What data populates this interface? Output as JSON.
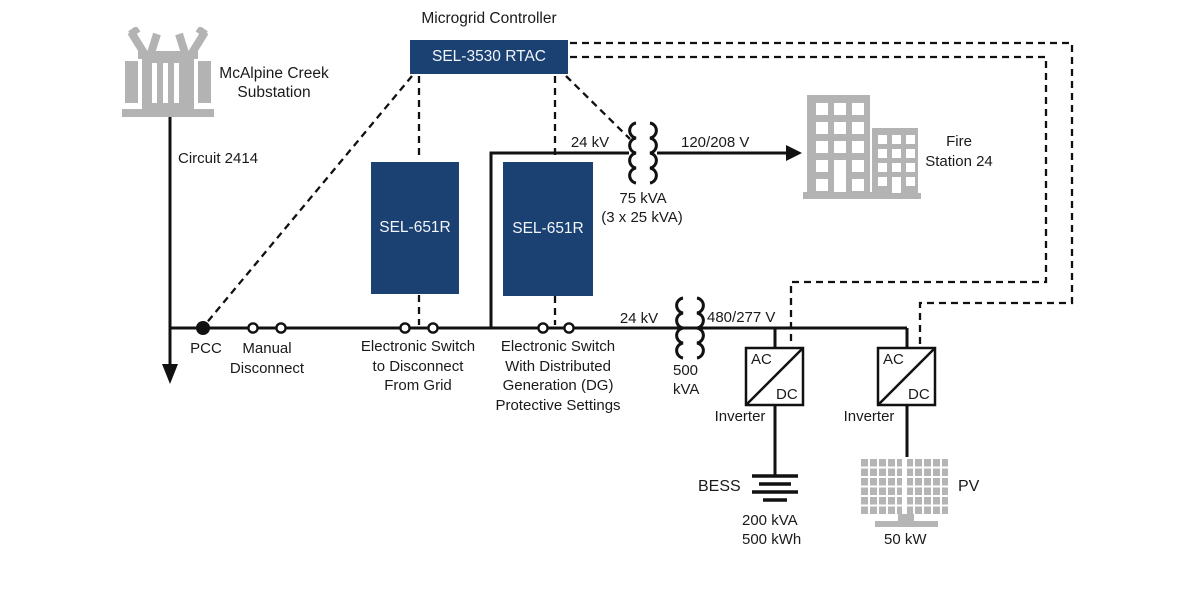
{
  "controller": {
    "title": "Microgrid Controller",
    "device": "SEL-3530 RTAC"
  },
  "substation": {
    "name1": "McAlpine Creek",
    "name2": "Substation",
    "circuit": "Circuit 2414"
  },
  "relays": {
    "left": "SEL-651R",
    "right": "SEL-651R"
  },
  "service_xfmr": {
    "primary": "24 kV",
    "secondary": "120/208 V",
    "rating1": "75 kVA",
    "rating2": "(3 x 25 kVA)"
  },
  "fire_station": {
    "name1": "Fire",
    "name2": "Station 24"
  },
  "bus": {
    "pcc": "PCC",
    "manual1": "Manual",
    "manual2": "Disconnect",
    "es1_1": "Electronic Switch",
    "es1_2": "to Disconnect",
    "es1_3": "From Grid",
    "es2_1": "Electronic Switch",
    "es2_2": "With Distributed",
    "es2_3": "Generation (DG)",
    "es2_4": "Protective Settings"
  },
  "der_xfmr": {
    "primary": "24 kV",
    "secondary": "480/277 V",
    "rating1": "500",
    "rating2": "kVA"
  },
  "inverter1": {
    "ac": "AC",
    "dc": "DC",
    "label": "Inverter"
  },
  "inverter2": {
    "ac": "AC",
    "dc": "DC",
    "label": "Inverter"
  },
  "bess": {
    "label": "BESS",
    "rating1": "200 kVA",
    "rating2": "500 kWh"
  },
  "pv": {
    "label": "PV",
    "rating": "50 kW"
  },
  "colors": {
    "navy": "#1b4173",
    "icon_gray": "#b3b3b3",
    "line": "#111111"
  }
}
